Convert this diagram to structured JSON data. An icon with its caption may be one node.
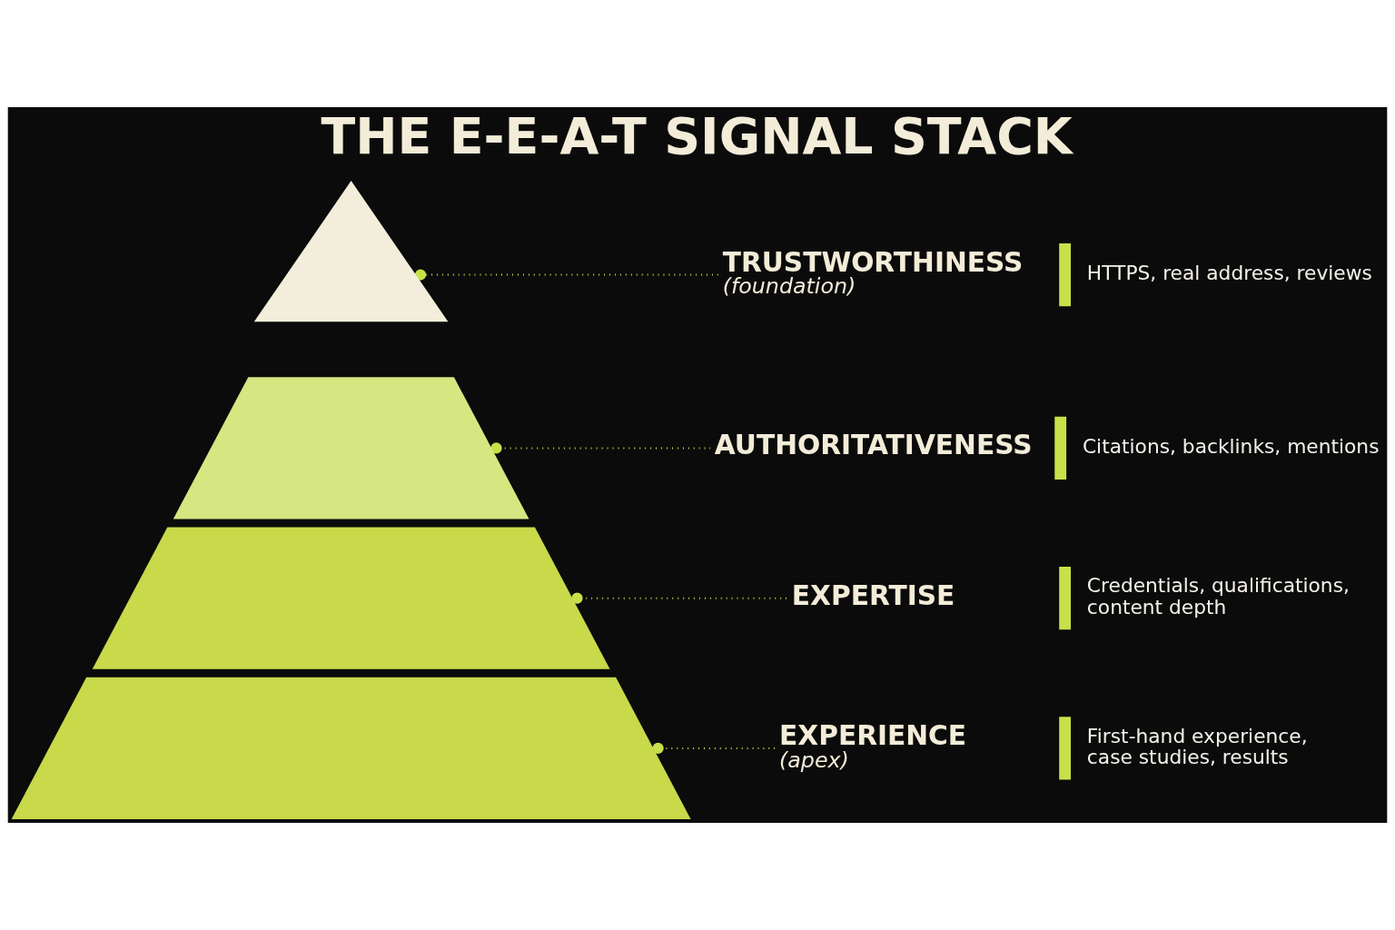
{
  "diagram": {
    "title": "THE E-E-A-T SIGNAL STACK",
    "nodes": [
      {
        "text": [],
        "shape": "triangle"
      },
      {
        "text": [
          "TRUSTWORTHINESS",
          "(foundation)"
        ]
      },
      {
        "text": [],
        "shape": "trapezoid"
      },
      {
        "text": [
          "AUTHORITATIVENESS"
        ]
      },
      {
        "text": [],
        "shape": "trapezoid"
      },
      {
        "text": [
          "EXPERTISE"
        ]
      },
      {
        "text": [],
        "shape": "trapezoid"
      },
      {
        "text": [
          "EXPERIENCE",
          "(apex)"
        ]
      }
    ],
    "edges": [
      {
        "from": 1,
        "to": 0,
        "arrow": "other"
      },
      {
        "from": 3,
        "to": 2,
        "arrow": "other"
      },
      {
        "from": 5,
        "to": 4,
        "arrow": "other"
      },
      {
        "from": 7,
        "to": 6,
        "arrow": "other"
      }
    ],
    "labels": [
      "HTTPS, real address, reviews",
      "Citations, backlinks, mentions",
      "Credentials, qualifications, content depth",
      "First-hand experience, case studies, results"
    ]
  }
}
